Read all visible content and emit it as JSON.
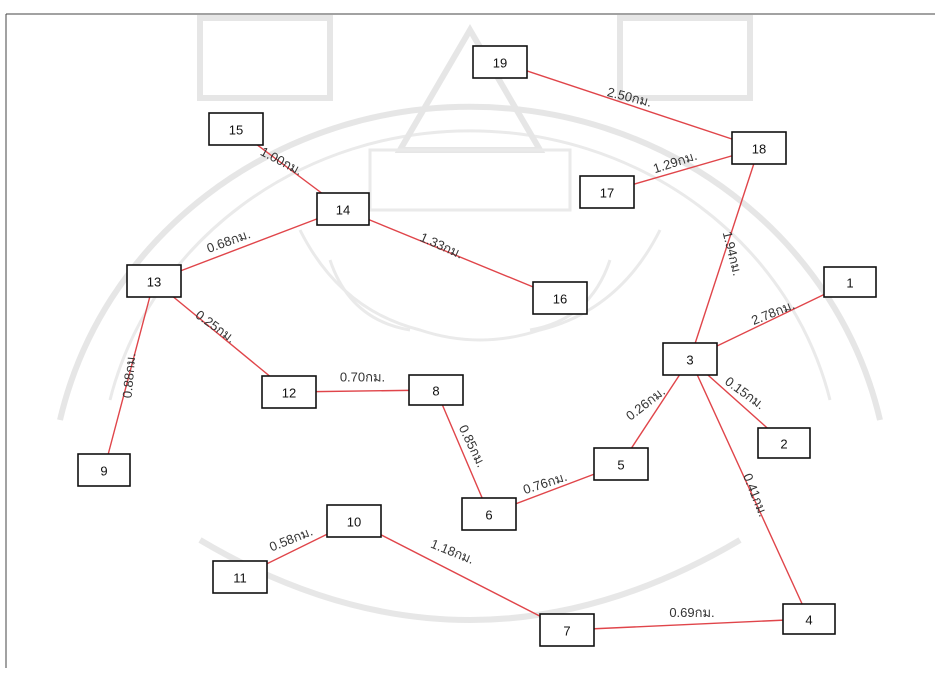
{
  "diagram": {
    "type": "network-graph",
    "colors": {
      "edge": "#e0454a",
      "node_border": "#111111",
      "text": "#222222"
    },
    "nodes": [
      {
        "id": "1",
        "label": "1"
      },
      {
        "id": "2",
        "label": "2"
      },
      {
        "id": "3",
        "label": "3"
      },
      {
        "id": "4",
        "label": "4"
      },
      {
        "id": "5",
        "label": "5"
      },
      {
        "id": "6",
        "label": "6"
      },
      {
        "id": "7",
        "label": "7"
      },
      {
        "id": "8",
        "label": "8"
      },
      {
        "id": "9",
        "label": "9"
      },
      {
        "id": "10",
        "label": "10"
      },
      {
        "id": "11",
        "label": "11"
      },
      {
        "id": "12",
        "label": "12"
      },
      {
        "id": "13",
        "label": "13"
      },
      {
        "id": "14",
        "label": "14"
      },
      {
        "id": "15",
        "label": "15"
      },
      {
        "id": "16",
        "label": "16"
      },
      {
        "id": "17",
        "label": "17"
      },
      {
        "id": "18",
        "label": "18"
      },
      {
        "id": "19",
        "label": "19"
      }
    ],
    "edges": [
      {
        "from": "19",
        "to": "18",
        "label": "2.50กม."
      },
      {
        "from": "17",
        "to": "18",
        "label": "1.29กม."
      },
      {
        "from": "18",
        "to": "3",
        "label": "1.94กม."
      },
      {
        "from": "3",
        "to": "1",
        "label": "2.78กม."
      },
      {
        "from": "3",
        "to": "2",
        "label": "0.15กม."
      },
      {
        "from": "3",
        "to": "5",
        "label": "0.26กม."
      },
      {
        "from": "3",
        "to": "4",
        "label": "0.41กม."
      },
      {
        "from": "5",
        "to": "6",
        "label": "0.76กม."
      },
      {
        "from": "8",
        "to": "6",
        "label": "0.85กม."
      },
      {
        "from": "12",
        "to": "8",
        "label": "0.70กม."
      },
      {
        "from": "13",
        "to": "12",
        "label": "0.25กม."
      },
      {
        "from": "13",
        "to": "9",
        "label": "0.88กม."
      },
      {
        "from": "13",
        "to": "14",
        "label": "0.68กม."
      },
      {
        "from": "15",
        "to": "14",
        "label": "1.00กม."
      },
      {
        "from": "14",
        "to": "16",
        "label": "1.33กม."
      },
      {
        "from": "11",
        "to": "10",
        "label": "0.58กม."
      },
      {
        "from": "10",
        "to": "7",
        "label": "1.18กม."
      },
      {
        "from": "7",
        "to": "4",
        "label": "0.69กม."
      }
    ]
  }
}
